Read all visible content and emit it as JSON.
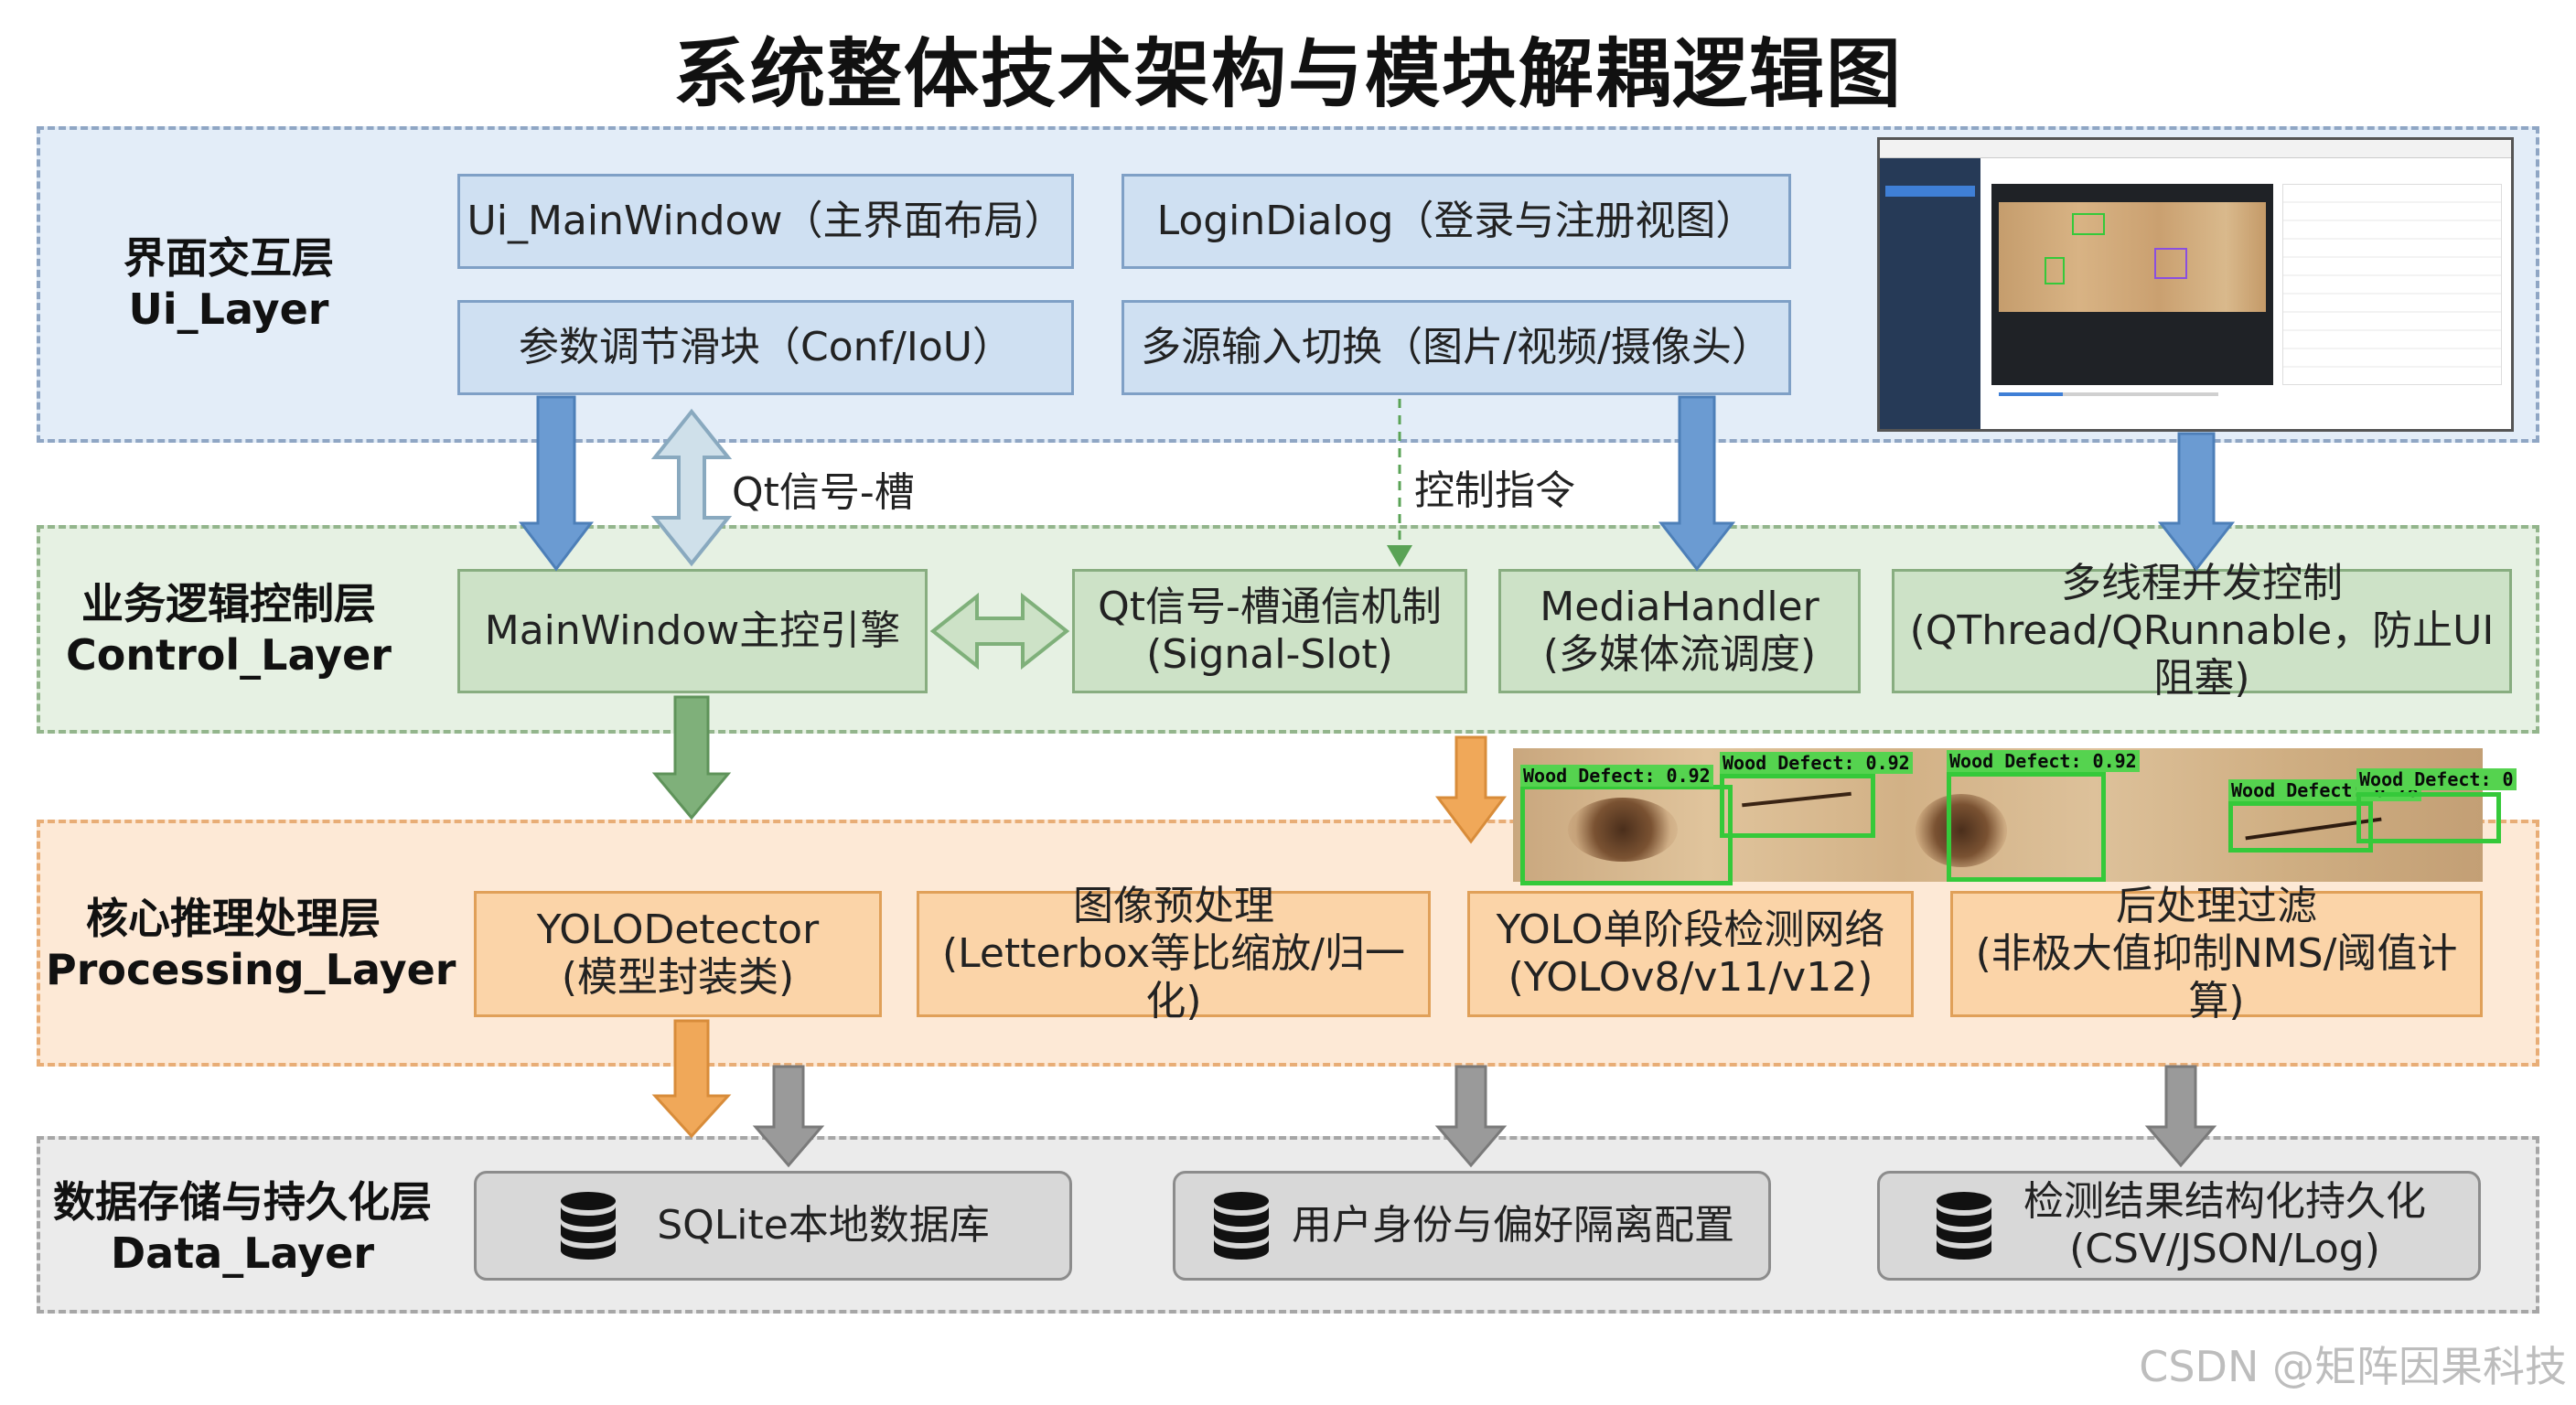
{
  "title": "系统整体技术架构与模块解耦逻辑图",
  "layers": {
    "ui": {
      "name_cn": "界面交互层",
      "name_en": "Ui_Layer",
      "boxes": [
        "Ui_MainWindow（主界面布局）",
        "LoginDialog（登录与注册视图）",
        "参数调节滑块（Conf/IoU）",
        "多源输入切换（图片/视频/摄像头）"
      ]
    },
    "control": {
      "name_cn": "业务逻辑控制层",
      "name_en": "Control_Layer",
      "boxes": [
        {
          "l1": "MainWindow主控引擎",
          "l2": ""
        },
        {
          "l1": "Qt信号-槽通信机制",
          "l2": "(Signal-Slot)"
        },
        {
          "l1": "MediaHandler",
          "l2": "(多媒体流调度)"
        },
        {
          "l1": "多线程并发控制",
          "l2": "(QThread/QRunnable，防止UI阻塞)"
        }
      ]
    },
    "processing": {
      "name_cn": "核心推理处理层",
      "name_en": "Processing_Layer",
      "boxes": [
        {
          "l1": "YOLODetector",
          "l2": "(模型封装类)"
        },
        {
          "l1": "图像预处理",
          "l2": "(Letterbox等比缩放/归一化)"
        },
        {
          "l1": "YOLO单阶段检测网络",
          "l2": "(YOLOv8/v11/v12)"
        },
        {
          "l1": "后处理过滤",
          "l2": "(非极大值抑制NMS/阈值计算)"
        }
      ]
    },
    "data": {
      "name_cn": "数据存储与持久化层",
      "name_en": "Data_Layer",
      "boxes": [
        {
          "l1": "SQLite本地数据库",
          "l2": ""
        },
        {
          "l1": "用户身份与偏好隔离配置",
          "l2": ""
        },
        {
          "l1": "检测结果结构化持久化",
          "l2": "(CSV/JSON/Log)"
        }
      ]
    }
  },
  "edge_labels": {
    "signal_slot": "Qt信号-槽",
    "control_cmd": "控制指令"
  },
  "detections": [
    "Wood Defect: 0.92",
    "Wood Defect: 0.92",
    "Wood Defect: 0.92",
    "Wood Defect: 0.78",
    "Wood Defect: 0"
  ],
  "watermark": "CSDN @矩阵因果科技",
  "colors": {
    "ui": "#e3edf8",
    "control": "#e6f1e3",
    "processing": "#fde9d6",
    "data": "#ebebeb",
    "arrow_blue": "#6b9bd2",
    "arrow_green": "#7fb07a",
    "arrow_orange": "#f0a859",
    "arrow_gray": "#9a9a9a"
  }
}
